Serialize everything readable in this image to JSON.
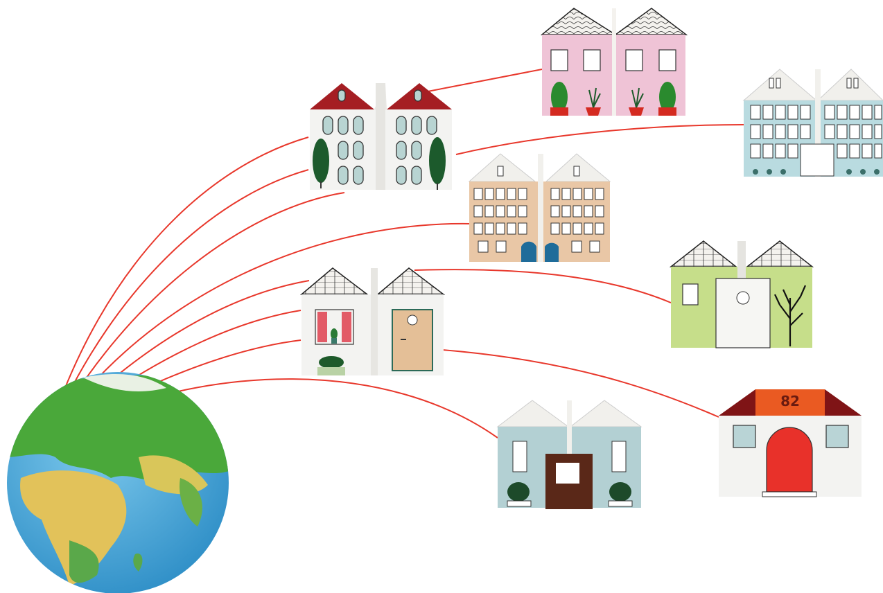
{
  "illustration": {
    "globe": {
      "water": "#4aa3d6",
      "land_green": "#4aa83a",
      "land_yellow": "#e2c25a"
    },
    "connection_color": "#e8372b",
    "houses": [
      {
        "id": "pink",
        "wall": "#efc3d6",
        "roof": "#f4f2ee"
      },
      {
        "id": "blue-tall",
        "wall": "#b9dbe0",
        "roof": "#f1f0ec"
      },
      {
        "id": "white-red-roof",
        "wall": "#f3f3f1",
        "roof": "#a51e23"
      },
      {
        "id": "tan-apartment",
        "wall": "#e9c7a6",
        "roof": "#f1f0ec"
      },
      {
        "id": "white-cottage",
        "wall": "#f3f3f1",
        "roof": "#f4f2ee"
      },
      {
        "id": "green-cottage",
        "wall": "#c6de8a",
        "roof": "#f4f2ee"
      },
      {
        "id": "number-82",
        "wall": "#f3f3f1",
        "roof": "#7f1416",
        "number": "82"
      },
      {
        "id": "blue-gray",
        "wall": "#b3d0d3",
        "roof": "#f1f0ec"
      }
    ]
  }
}
